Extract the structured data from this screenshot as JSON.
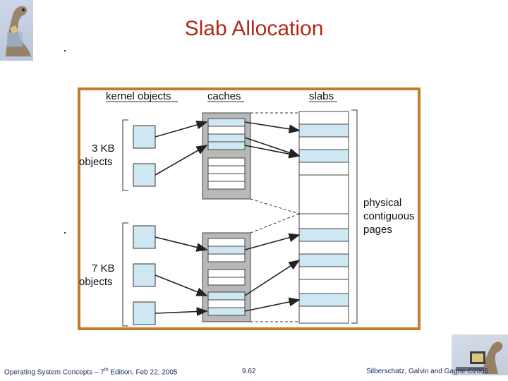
{
  "slide": {
    "title": "Slab Allocation",
    "footer_left_pre": "Operating System Concepts – 7",
    "footer_left_sup": "th",
    "footer_left_post": " Edition, Feb 22, 2005",
    "footer_center": "9.62",
    "footer_right": "Silberschatz, Galvin and Gagne ©2005"
  },
  "diagram": {
    "headers": {
      "kernel_objects": "kernel objects",
      "caches": "caches",
      "slabs": "slabs"
    },
    "group_3kb": {
      "line1": "3 KB",
      "line2": "objects"
    },
    "group_7kb": {
      "line1": "7 KB",
      "line2": "objects"
    },
    "pages_label": {
      "line1": "physical",
      "line2": "contiguous",
      "line3": "pages"
    }
  },
  "colors": {
    "title": "#b02a16",
    "frame": "#c67a2e",
    "object_fill": "#cfe6f3",
    "cache_gray": "#b8b8b8",
    "footer": "#1c2a6b"
  },
  "icons": [
    "dinosaur-logo-icon",
    "dinosaur-corner-icon"
  ]
}
